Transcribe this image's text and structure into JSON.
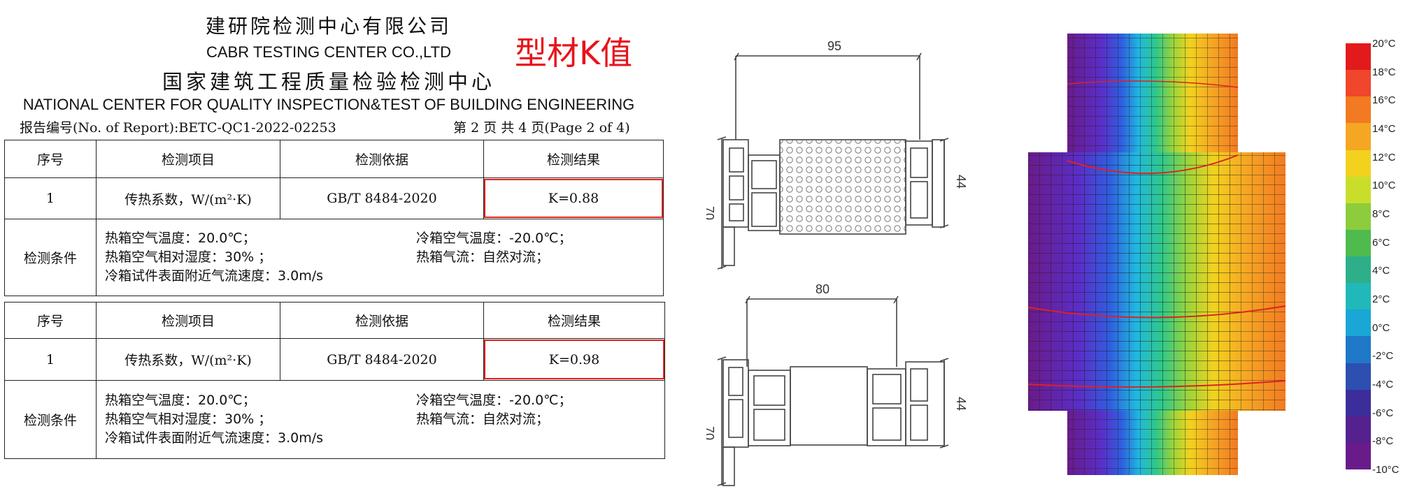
{
  "header": {
    "org_cn": "建研院检测中心有限公司",
    "org_en": "CABR TESTING CENTER CO.,LTD",
    "center_cn": "国家建筑工程质量检验检测中心",
    "center_en": "NATIONAL CENTER FOR QUALITY INSPECTION&TEST OF BUILDING ENGINEERING",
    "report_no": "报告编号(No. of Report):BETC-QC1-2022-02253",
    "page_info": "第 2 页 共 4 页(Page 2 of 4)"
  },
  "annotation": {
    "title": "型材K值"
  },
  "tables": [
    {
      "headers": [
        "序号",
        "检测项目",
        "检测依据",
        "检测结果"
      ],
      "row": {
        "no": "1",
        "item": "传热系数，W/(m²·K)",
        "basis": "GB/T 8484-2020",
        "result": "K=0.88"
      },
      "cond_label": "检测条件",
      "conditions": [
        "热箱空气温度：20.0℃；",
        "冷箱空气温度：-20.0℃；",
        "热箱空气相对湿度：30% ；",
        "热箱气流：自然对流；",
        "冷箱试件表面附近气流速度：3.0m/s"
      ]
    },
    {
      "headers": [
        "序号",
        "检测项目",
        "检测依据",
        "检测结果"
      ],
      "row": {
        "no": "1",
        "item": "传热系数，W/(m²·K)",
        "basis": "GB/T 8484-2020",
        "result": "K=0.98"
      },
      "cond_label": "检测条件",
      "conditions": [
        "热箱空气温度：20.0℃；",
        "冷箱空气温度：-20.0℃；",
        "热箱空气相对湿度：30% ；",
        "热箱气流：自然对流；",
        "冷箱试件表面附近气流速度：3.0m/s"
      ]
    }
  ],
  "drawings": {
    "top": {
      "width_dim": "95",
      "height_dim": "70",
      "right_dim": "44"
    },
    "bottom": {
      "width_dim": "80",
      "height_dim": "70",
      "right_dim": "44"
    }
  },
  "colorbar": {
    "labels": [
      "20°C",
      "18°C",
      "16°C",
      "14°C",
      "12°C",
      "10°C",
      "8°C",
      "6°C",
      "4°C",
      "2°C",
      "0°C",
      "-2°C",
      "-4°C",
      "-6°C",
      "-8°C",
      "-10°C"
    ],
    "colors": [
      "#e31a1c",
      "#f0462b",
      "#f27a22",
      "#f5a623",
      "#f2d21e",
      "#c9de2a",
      "#8ccc3d",
      "#4fba4e",
      "#2fae8a",
      "#20b8b8",
      "#1aa7d6",
      "#1f78c8",
      "#2c4fb0",
      "#3b2e9a",
      "#55218f",
      "#6a1b8a"
    ]
  }
}
